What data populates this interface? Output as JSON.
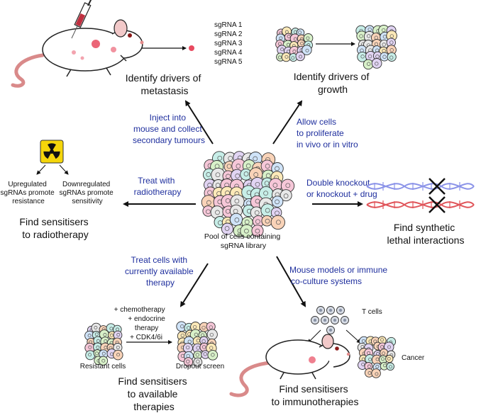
{
  "outcomes": {
    "metastasis": [
      "Identify drivers of",
      "metastasis"
    ],
    "growth": [
      "Identify drivers of",
      "growth"
    ],
    "radiotherapy": [
      "Find sensitisers",
      "to radiotherapy"
    ],
    "synthetic": [
      "Find synthetic",
      "lethal interactions"
    ],
    "therapies": [
      "Find sensitisers",
      "to available",
      "therapies"
    ],
    "immuno": [
      "Find sensitisers",
      "to immunotherapies"
    ]
  },
  "actions": {
    "inject": [
      "Inject into",
      "mouse and collect",
      "secondary tumours"
    ],
    "proliferate": [
      "Allow cells",
      "to proliferate",
      "in vivo or in vitro"
    ],
    "treat_radio": [
      "Treat with",
      "radiotherapy"
    ],
    "double_ko": [
      "Double knockout",
      "or knockout + drug"
    ],
    "treat_cells": [
      "Treat cells with",
      "currently available",
      "therapy"
    ],
    "mouse_models": [
      "Mouse models or immune",
      "co-culture systems"
    ]
  },
  "center": {
    "label": [
      "Pool of cells containing",
      "sgRNA library"
    ]
  },
  "sgrna_list": [
    "sgRNA 1",
    "sgRNA 2",
    "sgRNA 3",
    "sgRNA 4",
    "sgRNA 5"
  ],
  "radio_detail": {
    "up": [
      "Upregulated",
      "sgRNAs promote",
      "resistance"
    ],
    "down": [
      "Downregulated",
      "sgRNAs promote",
      "sensitivity"
    ]
  },
  "therapy_detail": {
    "drugs": [
      "+ chemotherapy",
      "+ endocrine",
      "therapy",
      "+ CDK4/6i"
    ],
    "resistant": "Resistant cells",
    "dropout": "Dropout screen"
  },
  "immuno_detail": {
    "tcells": "T cells",
    "cancer": "Cancer"
  },
  "colors": {
    "action_text": "#1f2f9e",
    "dna_blue": "#8b93e8",
    "dna_red": "#e0555a",
    "radiation_yellow": "#f5d60a"
  }
}
